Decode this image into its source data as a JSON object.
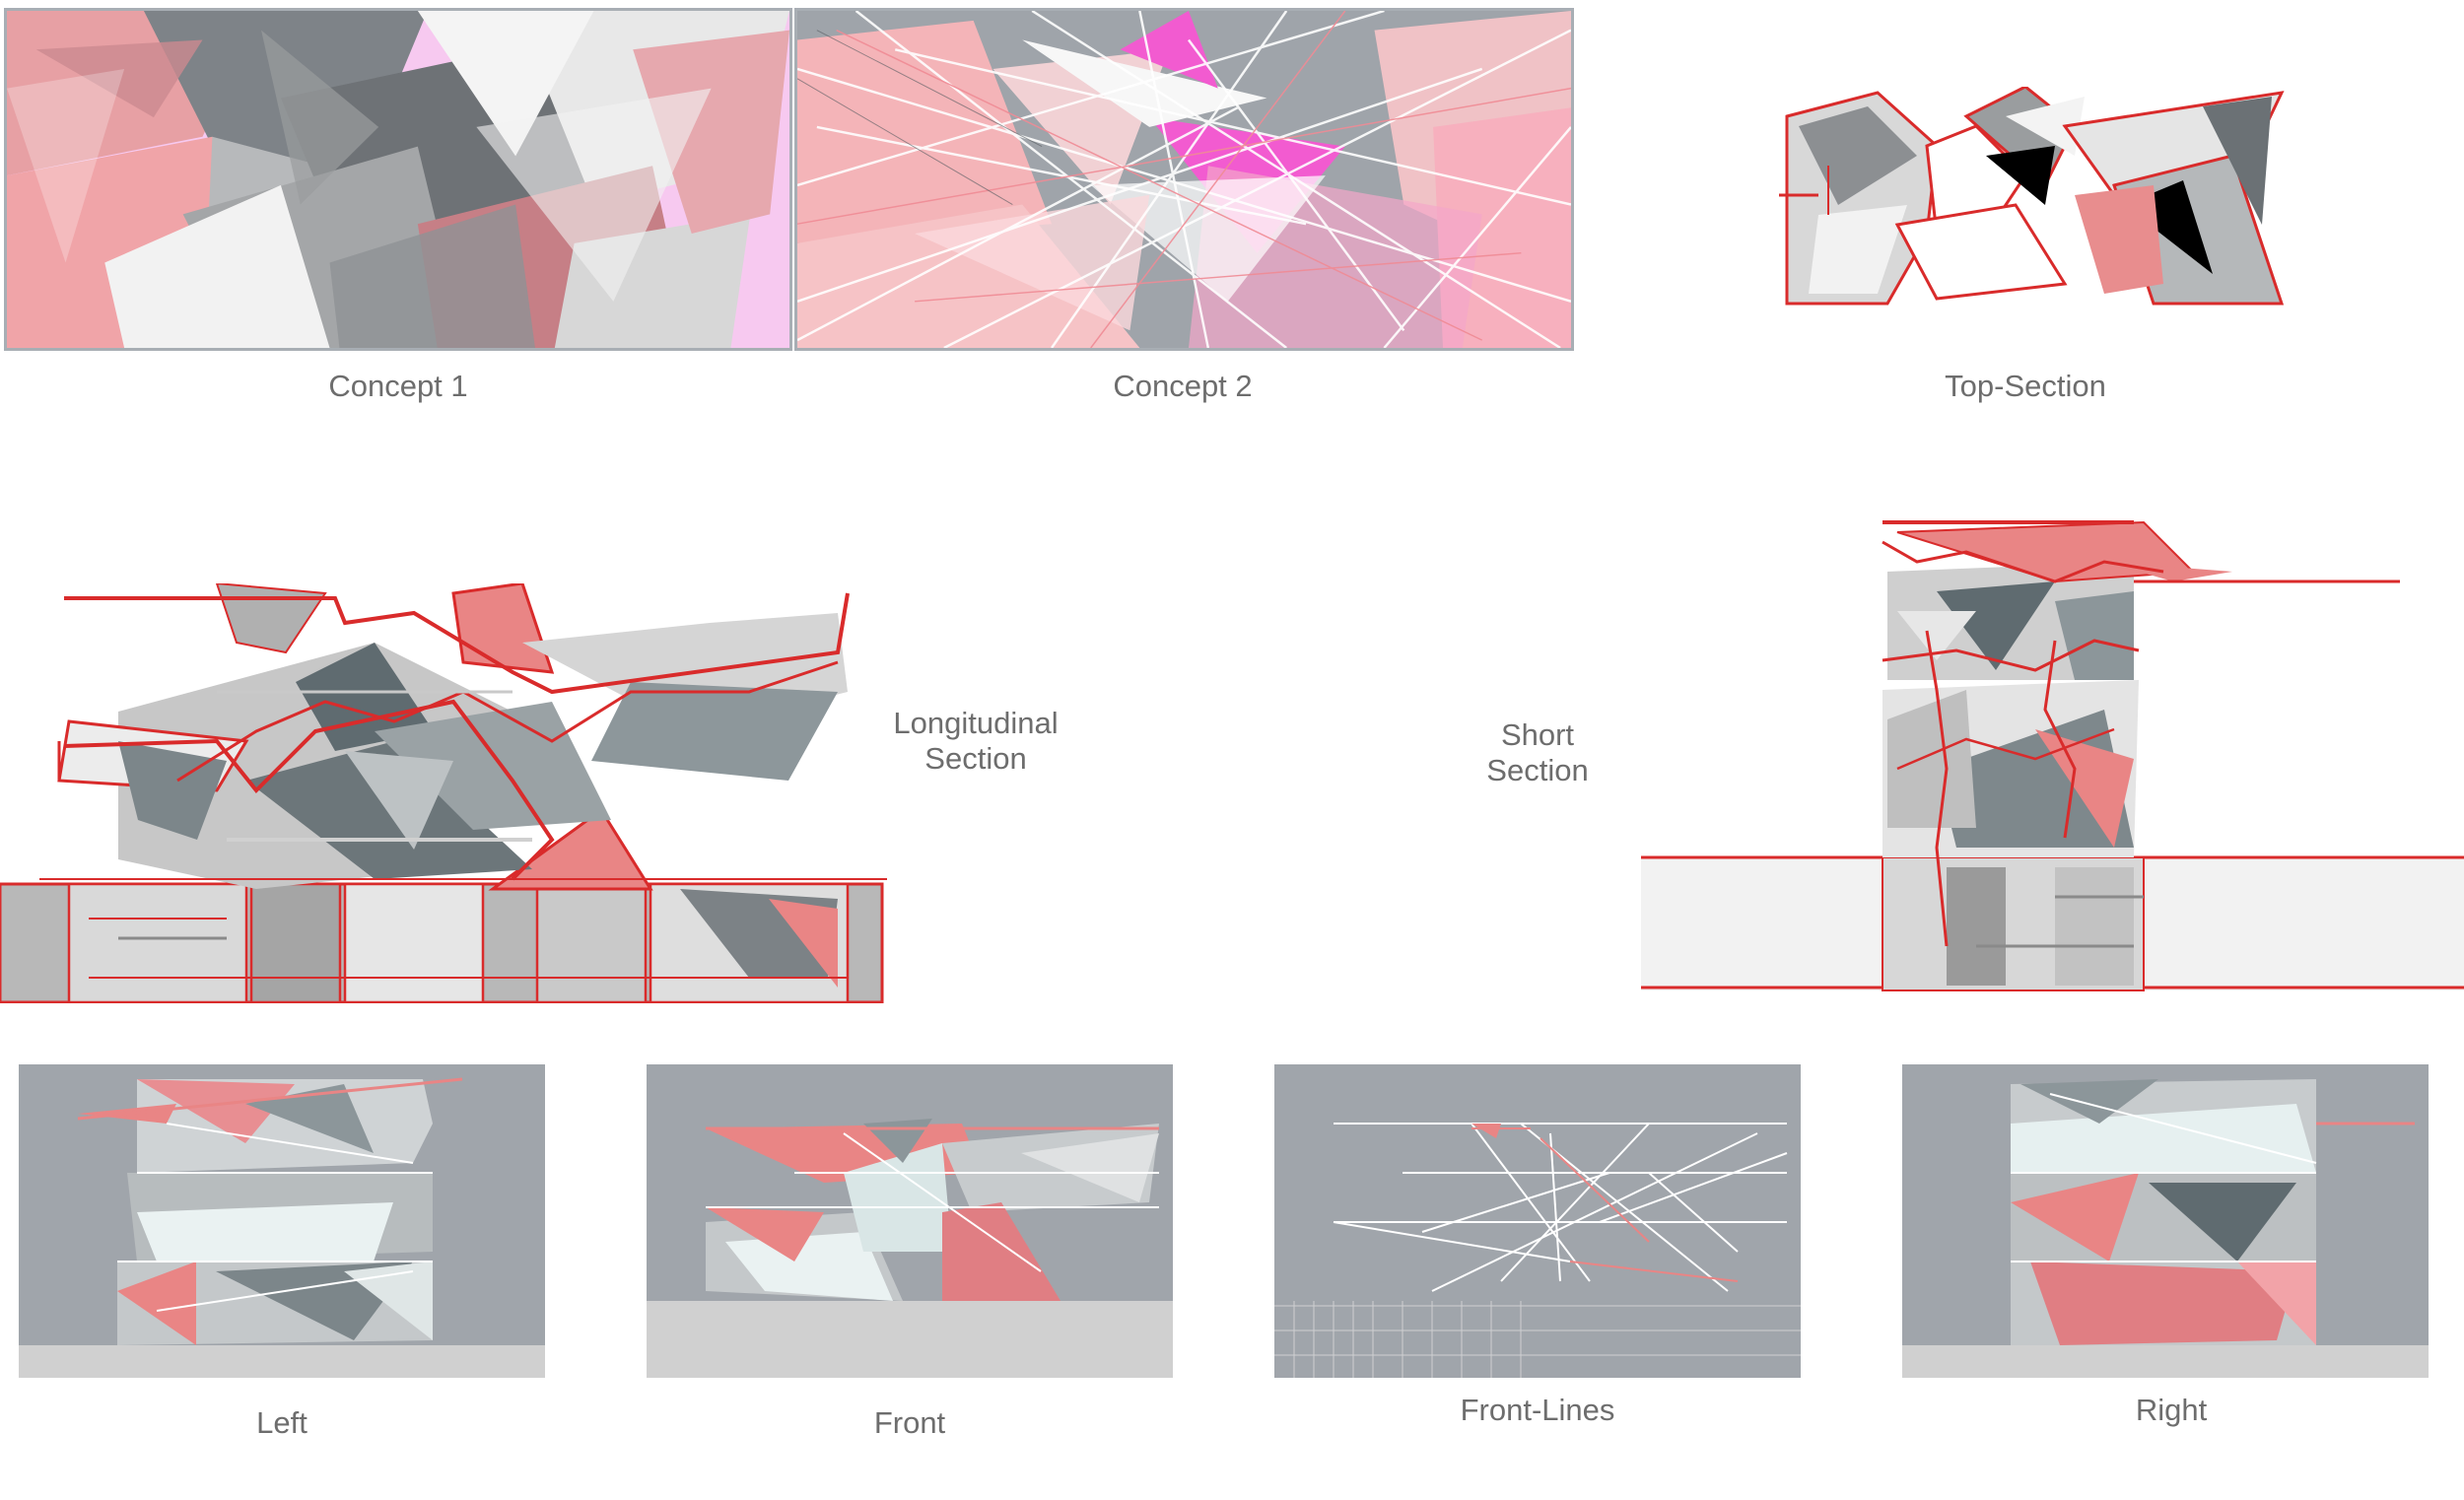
{
  "labels": {
    "concept1": "Concept 1",
    "concept2": "Concept 2",
    "top_section": "Top-Section",
    "longitudinal_line1": "Longitudinal",
    "longitudinal_line2": "Section",
    "short_line1": "Short",
    "short_line2": "Section",
    "left": "Left",
    "front": "Front",
    "front_lines": "Front-Lines",
    "right": "Right"
  },
  "colors": {
    "accent_red": "#d92b2b",
    "salmon": "#e98585",
    "pink": "#f2a3a8",
    "magenta": "#f25bd0",
    "gray_panel": "#a0a5ab",
    "slate": "#5f6b70",
    "label_text": "#6d6d6d"
  }
}
